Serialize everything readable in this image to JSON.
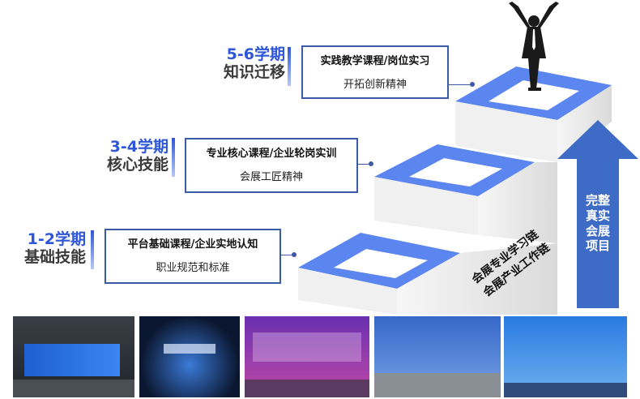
{
  "stages": [
    {
      "term": "5-6学期",
      "ability": "知识迁移",
      "course": "实践教学课程/岗位实习",
      "spirit": "开拓创新精神"
    },
    {
      "term": "3-4学期",
      "ability": "核心技能",
      "course": "专业核心课程/企业轮岗实训",
      "spirit": "会展工匠精神"
    },
    {
      "term": "1-2学期",
      "ability": "基础技能",
      "course": "平台基础课程/企业实地认知",
      "spirit": "职业规范和标准"
    }
  ],
  "arrow_text": [
    "完整",
    "真实",
    "会展",
    "项目"
  ],
  "chain_lines": [
    "会展专业学习链",
    "会展产业工作链"
  ],
  "colors": {
    "accent": "#2e56d8",
    "stair_top": "#5b86f0",
    "box_border": "#3b5aa8",
    "arrow": "#3d6bc6"
  }
}
